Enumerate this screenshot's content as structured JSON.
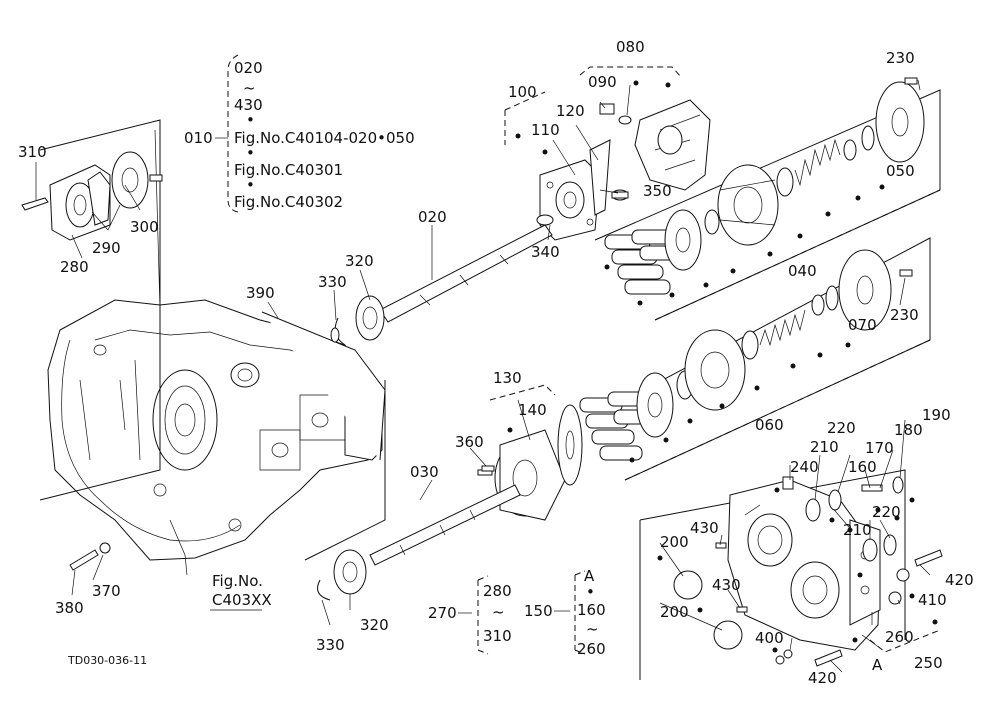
{
  "drawing_code": "TD030-036-11",
  "part_numbers": {
    "p010": "010",
    "p020": "020",
    "p030": "030",
    "p040": "040",
    "p050": "050",
    "p060": "060",
    "p070": "070",
    "p080": "080",
    "p090": "090",
    "p100": "100",
    "p110": "110",
    "p120": "120",
    "p130": "130",
    "p140": "140",
    "p150": "150",
    "p160": "160",
    "p170": "170",
    "p180": "180",
    "p190": "190",
    "p200a": "200",
    "p200b": "200",
    "p210a": "210",
    "p210b": "210",
    "p220a": "220",
    "p220b": "220",
    "p230a": "230",
    "p230b": "230",
    "p240": "240",
    "p250": "250",
    "p260": "260",
    "p270": "270",
    "p280": "280",
    "p290": "290",
    "p300": "300",
    "p310": "310",
    "p320a": "320",
    "p320b": "320",
    "p330a": "330",
    "p330b": "330",
    "p340": "340",
    "p350": "350",
    "p360": "360",
    "p370": "370",
    "p380": "380",
    "p390": "390",
    "p400": "400",
    "p410": "410",
    "p420a": "420",
    "p420b": "420",
    "p430a": "430",
    "p430b": "430",
    "markA1": "A",
    "markA2": "A"
  },
  "group_010": {
    "range_start": "020",
    "tilde": "~",
    "range_end": "430",
    "bullet": "•",
    "ref1": "Fig.No.C40104-020•050",
    "ref2": "Fig.No.C40301",
    "ref3": "Fig.No.C40302"
  },
  "group_270": {
    "start": "280",
    "tilde": "~",
    "end": "310"
  },
  "group_150": {
    "first": "A",
    "bullet": "•",
    "start": "160",
    "tilde": "~",
    "end": "260"
  },
  "housing_ref": {
    "line1": "Fig.No.",
    "line2": "C403XX"
  }
}
